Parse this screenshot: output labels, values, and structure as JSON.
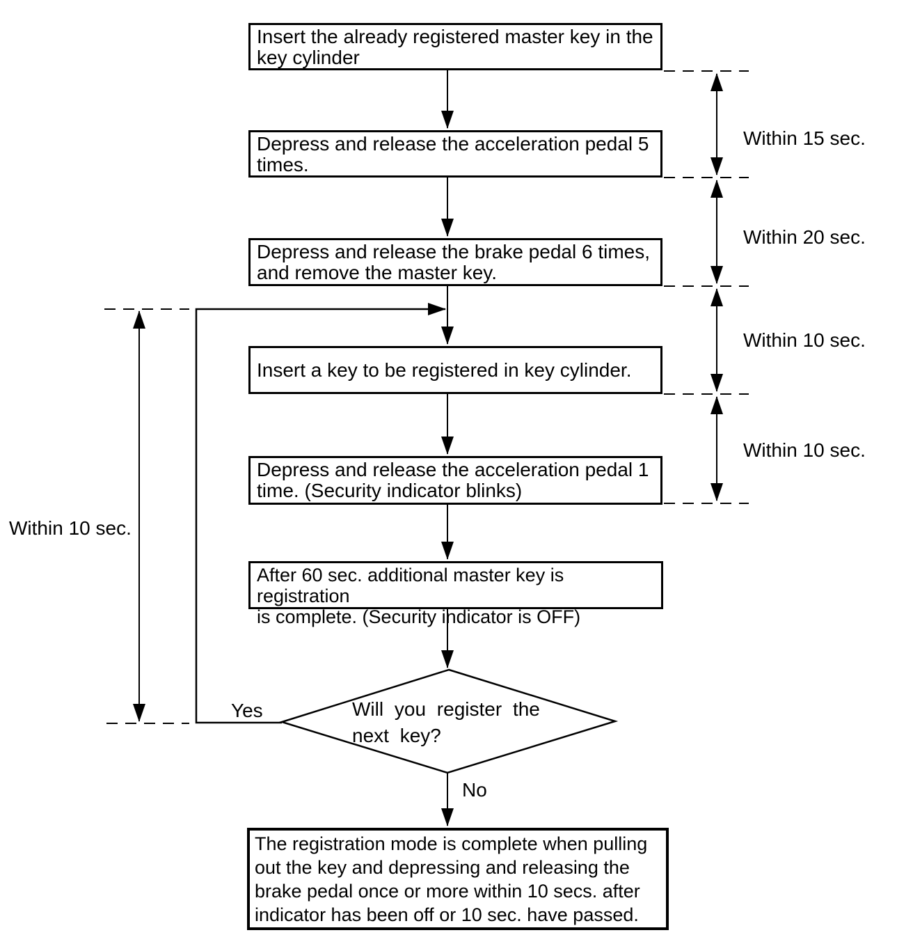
{
  "diagram": {
    "steps": [
      "Insert the already registered master key in the\nkey cylinder",
      "Depress and release the acceleration pedal 5\ntimes.",
      "Depress and release the brake pedal 6 times,\nand remove the master key.",
      "Insert a key to be registered in key cylinder.",
      "Depress and release the acceleration pedal 1\ntime. (Security indicator blinks)",
      "After 60 sec. additional master key is registration\nis complete. (Security indicator is OFF)"
    ],
    "decision": {
      "question": "Will you register the\nnext key?",
      "yes": "Yes",
      "no": "No"
    },
    "result": "The registration mode is complete when pulling\nout the key and depressing and releasing the\nbrake pedal once or more within 10 secs. after\nindicator has been off or 10 sec. have passed.",
    "timings": {
      "left": "Within 10 sec.",
      "right": [
        "Within 15 sec.",
        "Within 20 sec.",
        "Within 10 sec.",
        "Within 10 sec."
      ]
    },
    "colors": {
      "ink": "#000000",
      "paper": "#ffffff"
    }
  }
}
